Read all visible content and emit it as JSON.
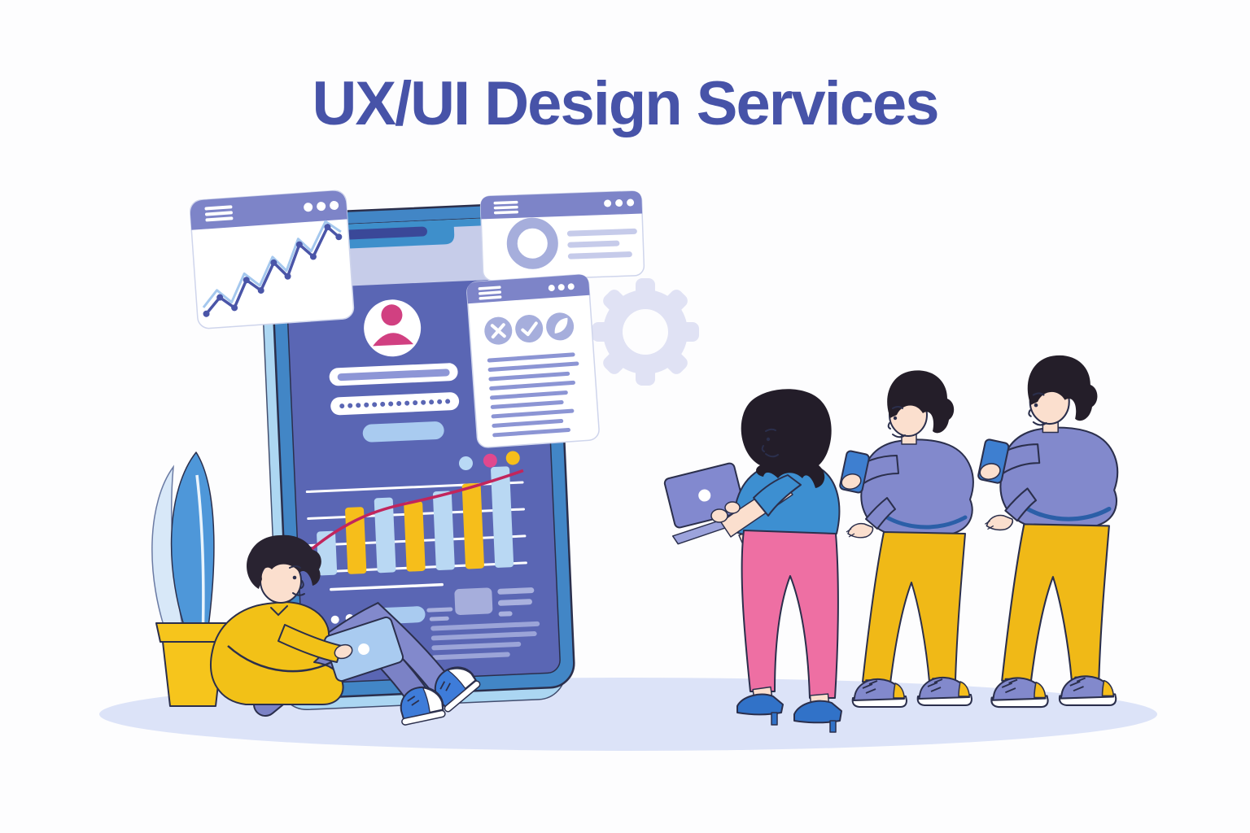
{
  "title": {
    "text": "UX/UI Design Services",
    "color": "#4753A8"
  },
  "palette": {
    "title_blue": "#4753A8",
    "window_header_purple": "#7D84C8",
    "phone_frame_blue": "#4286C6",
    "phone_base_light_blue": "#A9D6F2",
    "phone_top_blue": "#3E8FCB",
    "status_band_lavender": "#C6CCE9",
    "screen_purple": "#5A66B4",
    "bar_light_blue": "#B9D8F3",
    "accent_yellow": "#F6BE1B",
    "accent_pink": "#E0488E",
    "avatar_pink": "#D14081",
    "trend_line_pink": "#C2255C",
    "lavender_ui": "#A6AEDC",
    "lavender_line": "#8C95D4",
    "ground_shadow": "#DCE3F8",
    "skin": "#FBDFCE",
    "sweater_yellow": "#F2C117",
    "periwinkle": "#8289CC",
    "pants_yellow": "#F0B917",
    "pink_pants": "#EE6FA3",
    "shirt_blue": "#3D8FD1",
    "heel_blue": "#3172C8",
    "leaf_blue": "#4E97D9",
    "pot_yellow": "#F6C51C",
    "laptop_light_blue": "#A9CBF0",
    "laptop_purple": "#8289CF",
    "handheld_phone_blue": "#3E7FD0",
    "hair_dark": "#241E29"
  },
  "phone_mockup": {
    "login": {
      "avatar_icon": "user-avatar",
      "fields": [
        "username-field",
        "password-field"
      ],
      "password_dots": 14,
      "button": "primary-button"
    },
    "status_dot_colors": [
      "#B9D9F5",
      "#E0488E",
      "#F6BE1B"
    ]
  },
  "chart_data": [
    {
      "type": "bar",
      "context": "phone-analytics-widget",
      "values": [
        54,
        82,
        92,
        86,
        97,
        105,
        124
      ],
      "bar_colors": [
        "#B9D8F3",
        "#F6BE1B",
        "#B9D8F3",
        "#F6BE1B",
        "#B9D8F3",
        "#F6BE1B",
        "#B9D8F3"
      ],
      "trend_line": "rising",
      "gridlines": 4
    },
    {
      "type": "line",
      "context": "floating-analytics-window",
      "series": [
        {
          "name": "secondary",
          "color": "#A5C8EE",
          "points": [
            [
              246,
              372
            ],
            [
              264,
              352
            ],
            [
              281,
              368
            ],
            [
              299,
              334
            ],
            [
              317,
              350
            ],
            [
              335,
              316
            ],
            [
              351,
              334
            ],
            [
              368,
              296
            ],
            [
              383,
              312
            ],
            [
              403,
              277
            ],
            [
              421,
              291
            ]
          ]
        },
        {
          "name": "primary",
          "color": "#4A55A8",
          "points": [
            [
              249,
              380
            ],
            [
              267,
              361
            ],
            [
              284,
              375
            ],
            [
              301,
              342
            ],
            [
              318,
              356
            ],
            [
              336,
              323
            ],
            [
              352,
              341
            ],
            [
              369,
              303
            ],
            [
              385,
              319
            ],
            [
              405,
              284
            ],
            [
              418,
              297
            ]
          ]
        }
      ]
    }
  ],
  "windows": {
    "line_chart_window": {
      "header_icons": [
        "hamburger-menu-icon",
        "window-dots"
      ]
    },
    "profile_summary_window": {
      "header_icons": [
        "hamburger-menu-icon",
        "window-dots"
      ],
      "content": [
        "donut-ring",
        "text-lines"
      ]
    },
    "checklist_window": {
      "header_icons": [
        "hamburger-menu-icon",
        "window-dots"
      ],
      "status_icons": [
        "cross-icon",
        "check-icon",
        "leaf-icon"
      ],
      "line_widths": [
        108,
        112,
        100,
        106,
        96,
        90,
        102,
        88,
        96
      ]
    }
  },
  "characters": {
    "seated_designer": {
      "props": [
        "laptop"
      ],
      "outfit": [
        "yellow-sweater",
        "periwinkle-pants",
        "blue-sneakers"
      ]
    },
    "woman_with_laptop": {
      "props": [
        "laptop"
      ],
      "outfit": [
        "blue-tshirt",
        "pink-pants",
        "blue-heels"
      ]
    },
    "man_with_phone_1": {
      "props": [
        "smartphone"
      ],
      "outfit": [
        "periwinkle-sweater",
        "yellow-pants",
        "sneakers"
      ]
    },
    "man_with_phone_2": {
      "props": [
        "smartphone"
      ],
      "outfit": [
        "periwinkle-sweater",
        "yellow-pants",
        "sneakers"
      ]
    }
  },
  "decor": {
    "gear_icon": "settings-gear",
    "plant": "potted-plant",
    "ground": "shadow-ellipse"
  }
}
